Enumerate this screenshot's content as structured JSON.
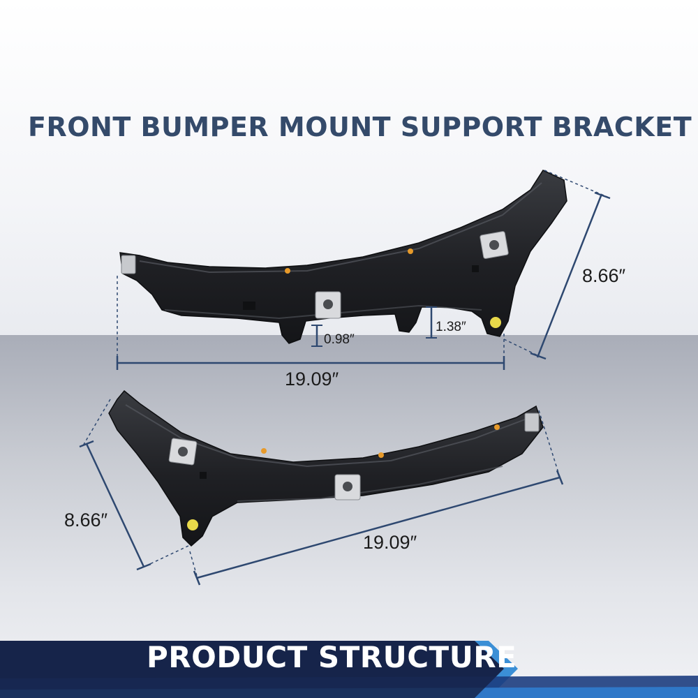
{
  "title": "FRONT BUMPER MOUNT SUPPORT BRACKET",
  "top_bracket": {
    "height_label": "8.66″",
    "width_label": "19.09″",
    "tab_left_label": "0.98″",
    "tab_right_label": "1.38″"
  },
  "bottom_bracket": {
    "height_label": "8.66″",
    "width_label": "19.09″"
  },
  "banner": {
    "label": "PRODUCT STRUCTURE"
  },
  "colors": {
    "title": "#344a6a",
    "dimension_line": "#2e4870",
    "part": "#1e1f22",
    "banner": "#16244a",
    "banner_accent": "#3b8fd6"
  }
}
